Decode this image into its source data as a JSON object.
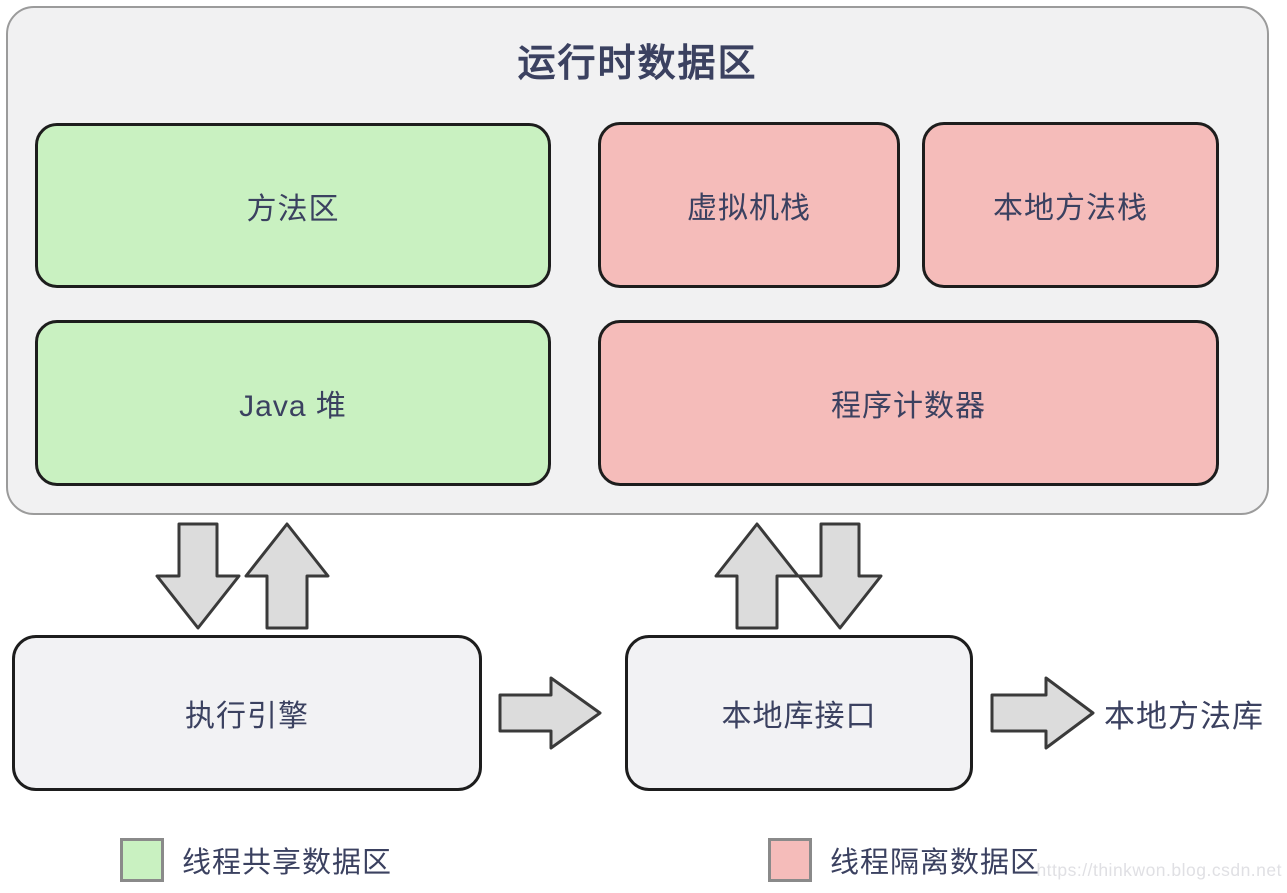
{
  "title": "运行时数据区",
  "boxes": {
    "method_area": "方法区",
    "vm_stack": "虚拟机栈",
    "native_method_stack": "本地方法栈",
    "java_heap": "Java 堆",
    "program_counter": "程序计数器",
    "execution_engine": "执行引擎",
    "native_interface": "本地库接口",
    "native_library": "本地方法库"
  },
  "legend": {
    "shared": "线程共享数据区",
    "isolated": "线程隔离数据区"
  },
  "watermark": "https://thinkwon.blog.csdn.net",
  "colors": {
    "shared_green": "#c9f1c1",
    "isolated_pink": "#f5bcba",
    "box_border": "#1d1d1d",
    "container_fill": "#f1f1f2",
    "container_border": "#9b9b9b",
    "panel_fill": "#f2f2f4",
    "arrow_fill": "#dcdcdc",
    "arrow_stroke": "#3a3a3a",
    "text_color": "#3b4160",
    "legend_square_border": "#8a8a8a",
    "watermark_color": "#e0e0e4"
  }
}
